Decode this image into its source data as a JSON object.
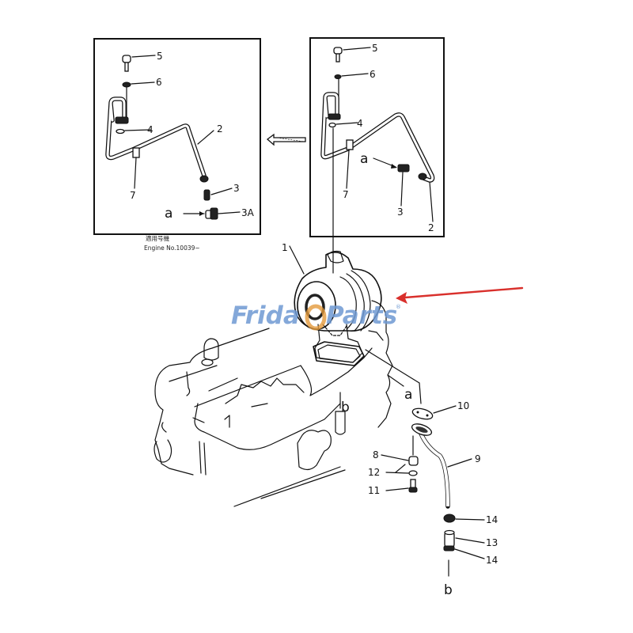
{
  "diagram": {
    "type": "exploded-parts-diagram",
    "subject": "Turbocharger and oil lines on engine",
    "colors": {
      "line": "#111111",
      "background": "#ffffff",
      "watermark_blue": "#6f9ad3",
      "watermark_orange": "#e39a3c",
      "pointer_arrow": "#d9302c"
    },
    "inset_left": {
      "caption_cjk": "適用号機",
      "caption": "Engine No.10039~",
      "callouts": [
        {
          "id": "5",
          "label": "5"
        },
        {
          "id": "6",
          "label": "6"
        },
        {
          "id": "4",
          "label": "4"
        },
        {
          "id": "2",
          "label": "2"
        },
        {
          "id": "7",
          "label": "7"
        },
        {
          "id": "3",
          "label": "3"
        },
        {
          "id": "3A",
          "label": "3A"
        },
        {
          "id": "a",
          "label": "a"
        }
      ]
    },
    "inset_right": {
      "callouts": [
        {
          "id": "5",
          "label": "5"
        },
        {
          "id": "6",
          "label": "6"
        },
        {
          "id": "4",
          "label": "4"
        },
        {
          "id": "a",
          "label": "a"
        },
        {
          "id": "7",
          "label": "7"
        },
        {
          "id": "3",
          "label": "3"
        },
        {
          "id": "2",
          "label": "2"
        }
      ]
    },
    "main": {
      "callouts": [
        {
          "id": "1",
          "label": "1"
        },
        {
          "id": "a",
          "label": "a"
        },
        {
          "id": "b_top",
          "label": "b"
        },
        {
          "id": "10",
          "label": "10"
        },
        {
          "id": "9",
          "label": "9"
        },
        {
          "id": "8",
          "label": "8"
        },
        {
          "id": "12",
          "label": "12"
        },
        {
          "id": "11",
          "label": "11"
        },
        {
          "id": "14_top",
          "label": "14"
        },
        {
          "id": "13",
          "label": "13"
        },
        {
          "id": "14_bottom",
          "label": "14"
        },
        {
          "id": "b_bottom",
          "label": "b"
        }
      ]
    },
    "watermark": {
      "text_left": "Frida",
      "text_right": "Parts",
      "full": "FridayParts",
      "registered_mark": "®"
    },
    "icons": {
      "inset_arrow": "hollow-left-arrow-icon",
      "pointer": "red-pointer-arrow-icon"
    }
  }
}
